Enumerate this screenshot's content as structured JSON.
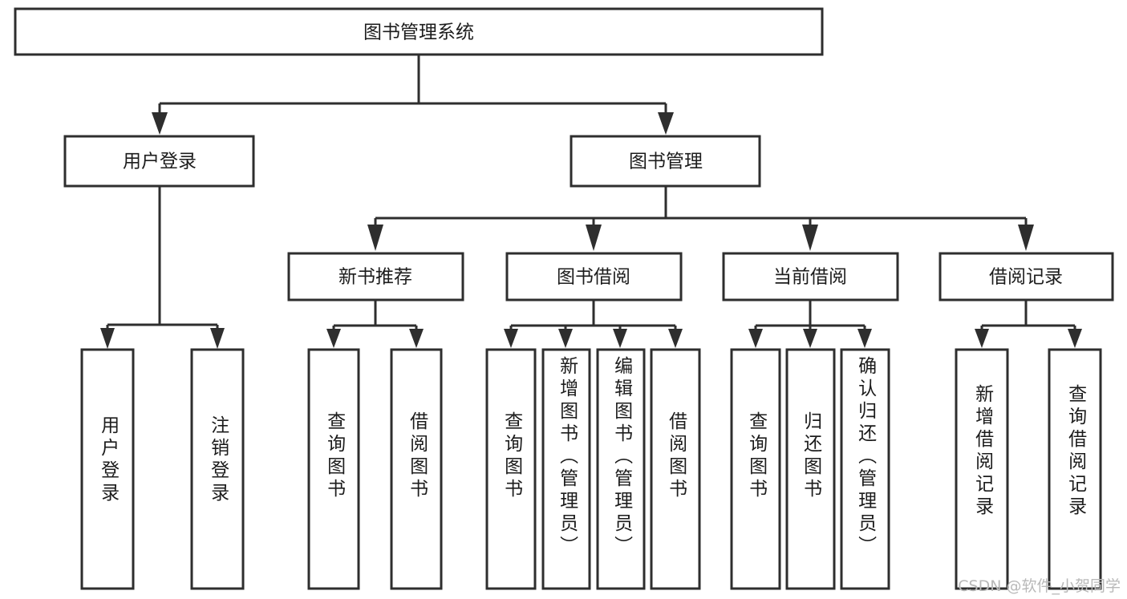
{
  "diagram": {
    "title_node": {
      "label": "图书管理系统"
    },
    "level2": [
      {
        "id": "user-login",
        "label": "用户登录"
      },
      {
        "id": "book-manage",
        "label": "图书管理"
      }
    ],
    "level3": [
      {
        "id": "new-book-recommend",
        "label": "新书推荐"
      },
      {
        "id": "book-borrow",
        "label": "图书借阅"
      },
      {
        "id": "current-borrow",
        "label": "当前借阅"
      },
      {
        "id": "borrow-record",
        "label": "借阅记录"
      }
    ],
    "leaves": [
      {
        "id": "leaf-user-login",
        "label": "用户登录",
        "parent": "user-login"
      },
      {
        "id": "leaf-logout-login",
        "label": "注销登录",
        "parent": "user-login"
      },
      {
        "id": "leaf-query-book-1",
        "label": "查询图书",
        "parent": "new-book-recommend"
      },
      {
        "id": "leaf-borrow-book-1",
        "label": "借阅图书",
        "parent": "new-book-recommend"
      },
      {
        "id": "leaf-query-book-2",
        "label": "查询图书",
        "parent": "book-borrow"
      },
      {
        "id": "leaf-add-book-admin",
        "label": "新增图书（管理员）",
        "parent": "book-borrow"
      },
      {
        "id": "leaf-edit-book-admin",
        "label": "编辑图书（管理员）",
        "parent": "book-borrow"
      },
      {
        "id": "leaf-borrow-book-2",
        "label": "借阅图书",
        "parent": "book-borrow"
      },
      {
        "id": "leaf-query-book-3",
        "label": "查询图书",
        "parent": "current-borrow"
      },
      {
        "id": "leaf-return-book",
        "label": "归还图书",
        "parent": "current-borrow"
      },
      {
        "id": "leaf-confirm-return-admin",
        "label": "确认归还（管理员）",
        "parent": "current-borrow"
      },
      {
        "id": "leaf-add-borrow-record",
        "label": "新增借阅记录",
        "parent": "borrow-record"
      },
      {
        "id": "leaf-query-borrow-record",
        "label": "查询借阅记录",
        "parent": "borrow-record"
      }
    ],
    "colors": {
      "stroke": "#2e2e2e",
      "fill": "#ffffff",
      "text": "#1c1c1c",
      "watermark": "#b9b9b9"
    }
  },
  "watermark": {
    "text": "CSDN @软件_小贺同学"
  }
}
